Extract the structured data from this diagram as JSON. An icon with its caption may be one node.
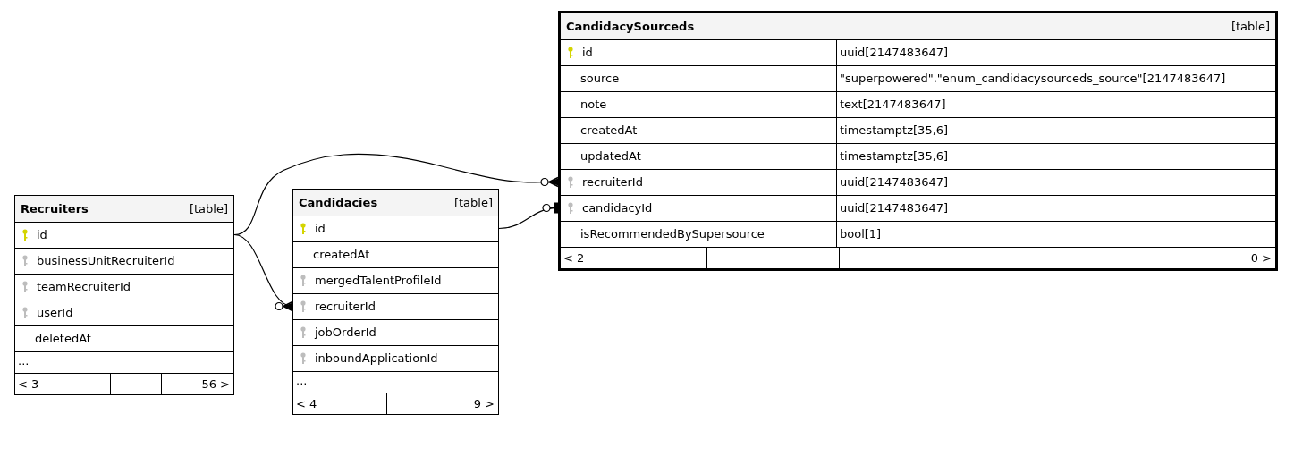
{
  "diagram": {
    "nodes": [
      {
        "text": [
          "Recruiters",
          "[table]"
        ]
      },
      {
        "text": [
          "id"
        ],
        "in": 0
      },
      {
        "text": [
          "businessUnitRecruiterId"
        ],
        "in": 0
      },
      {
        "text": [
          "teamRecruiterId"
        ],
        "in": 0
      },
      {
        "text": [
          "userId"
        ],
        "in": 0
      },
      {
        "text": [
          "deletedAt"
        ],
        "in": 0
      },
      {
        "text": [
          "..."
        ],
        "in": 0
      },
      {
        "text": [
          "< 3",
          "56 >"
        ],
        "in": 0
      },
      {
        "text": [
          "Candidacies",
          "[table]"
        ]
      },
      {
        "text": [
          "id"
        ],
        "in": 8
      },
      {
        "text": [
          "createdAt"
        ],
        "in": 8
      },
      {
        "text": [
          "mergedTalentProfileId"
        ],
        "in": 8
      },
      {
        "text": [
          "recruiterId"
        ],
        "in": 8
      },
      {
        "text": [
          "jobOrderId"
        ],
        "in": 8
      },
      {
        "text": [
          "inboundApplicationId"
        ],
        "in": 8
      },
      {
        "text": [
          "..."
        ],
        "in": 8
      },
      {
        "text": [
          "< 4",
          "9 >"
        ],
        "in": 8
      },
      {
        "text": [
          "CandidacySourceds",
          "[table]"
        ]
      },
      {
        "text": [
          "id",
          "uuid[2147483647]"
        ],
        "in": 17
      },
      {
        "text": [
          "source",
          "\"superpowered\".\"enum_candidacysourceds_source\"[2147483647]"
        ],
        "in": 17
      },
      {
        "text": [
          "note",
          "text[2147483647]"
        ],
        "in": 17
      },
      {
        "text": [
          "createdAt",
          "timestamptz[35,6]"
        ],
        "in": 17
      },
      {
        "text": [
          "updatedAt",
          "timestamptz[35,6]"
        ],
        "in": 17
      },
      {
        "text": [
          "recruiterId",
          "uuid[2147483647]"
        ],
        "in": 17
      },
      {
        "text": [
          "candidacyId",
          "uuid[2147483647]"
        ],
        "in": 17
      },
      {
        "text": [
          "isRecommendedBySupersource",
          "bool[1]"
        ],
        "in": 17
      },
      {
        "text": [
          "< 2",
          "0 >"
        ],
        "in": 17
      }
    ],
    "edges": [
      {
        "from": 1,
        "to": 23,
        "arrow": "other"
      },
      {
        "from": 1,
        "to": 12,
        "arrow": "other"
      },
      {
        "from": 9,
        "to": 24,
        "arrow": "other"
      }
    ]
  }
}
